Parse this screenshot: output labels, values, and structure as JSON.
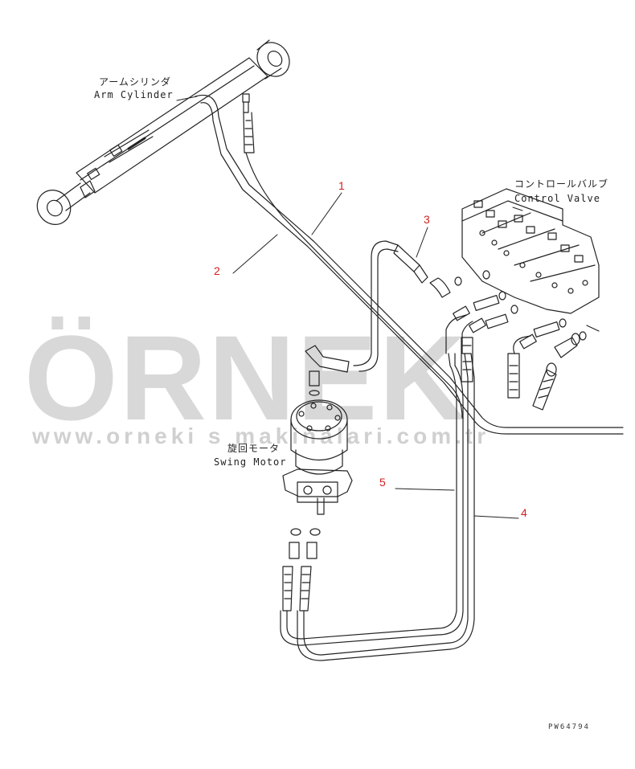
{
  "labels": {
    "arm_cylinder_jp": "アームシリンダ",
    "arm_cylinder_en": "Arm Cylinder",
    "control_valve_jp": "コントロールバルブ",
    "control_valve_en": "Control Valve",
    "swing_motor_jp": "旋回モータ",
    "swing_motor_en": "Swing Motor"
  },
  "callouts": [
    "1",
    "2",
    "3",
    "4",
    "5"
  ],
  "watermark": {
    "brand": "ÖRNEK",
    "url": "www.orneki s makinalari.com.tr"
  },
  "drawing_code": "PW64794",
  "colors": {
    "line": "#222222",
    "callout": "#d02020",
    "watermark": "#d8d8d8",
    "watermark_accent": "#f5d060"
  }
}
